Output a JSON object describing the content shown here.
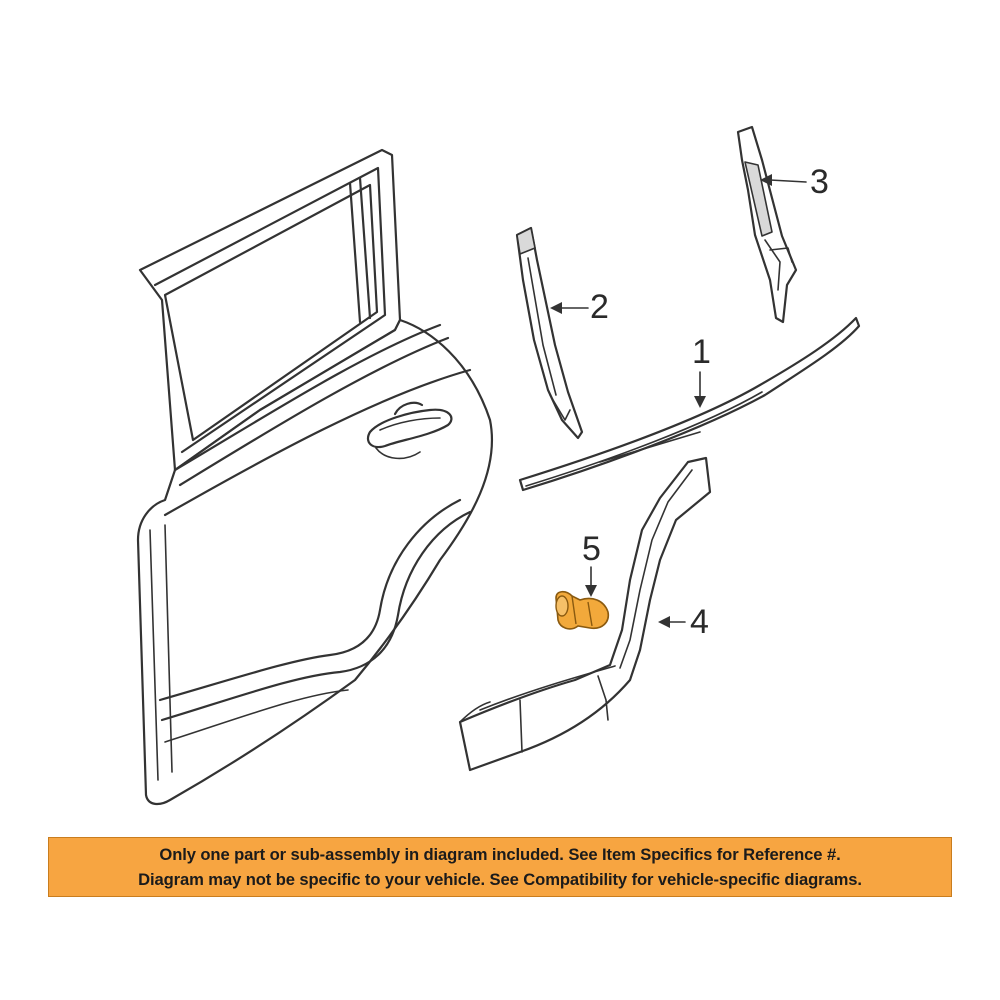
{
  "callouts": [
    {
      "id": "1",
      "label": "1"
    },
    {
      "id": "2",
      "label": "2"
    },
    {
      "id": "3",
      "label": "3"
    },
    {
      "id": "4",
      "label": "4"
    },
    {
      "id": "5",
      "label": "5"
    }
  ],
  "notice": {
    "line1": "Only one part or sub-assembly in diagram included. See Item Specifics for Reference #.",
    "line2": "Diagram may not be specific to your vehicle. See Compatibility for vehicle-specific diagrams."
  },
  "colors": {
    "notice_background": "#f7a541",
    "highlight_part": "#f2a93b",
    "line": "#333333"
  }
}
